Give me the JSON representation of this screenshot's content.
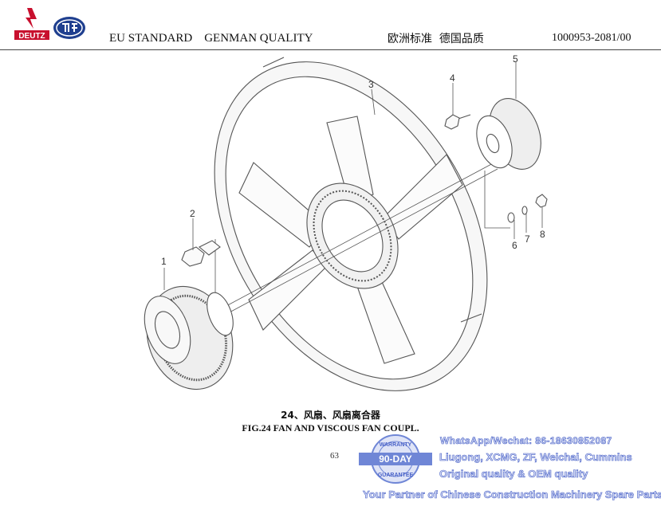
{
  "header": {
    "left_text": "EU STANDARD    GENMAN QUALITY",
    "cn_text": "欧洲标准  德国品质",
    "doc_code": "1000953-2081/00",
    "logo_text": "DEUTZ"
  },
  "callouts": [
    "1",
    "2",
    "3",
    "4",
    "5",
    "6",
    "7",
    "8"
  ],
  "caption": {
    "cn": "24、风扇、风扇离合器",
    "en": "FIG.24 FAN AND VISCOUS FAN COUPL."
  },
  "page_number": "63",
  "watermark": {
    "contact": "WhatsApp/Wechat: 86-18630852087",
    "brands": "Liugong, XCMG, ZF, Weichai, Cummins",
    "quality": "Original quality & OEM quality",
    "partner": "Your Partner of Chinese Construction Machinery Spare Parts",
    "badge_top": "WARRANTY",
    "badge_mid": "90-DAY",
    "badge_bottom": "GUARANTEE"
  },
  "colors": {
    "line": "#555555",
    "watermark_fill": "#d7dcf4",
    "watermark_stroke": "#4a63c8",
    "badge_fill": "#6f86d6",
    "logo_red": "#c8102e",
    "logo_blue": "#1f3f8f"
  }
}
